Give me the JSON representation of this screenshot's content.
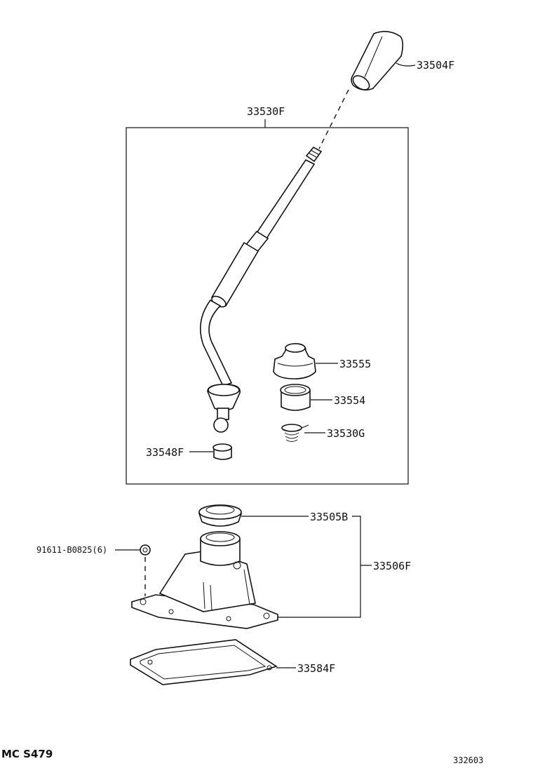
{
  "parts": {
    "knob": "33504F",
    "lever_assy": "33530F",
    "boot": "33555",
    "bushing": "33554",
    "spring": "33530G",
    "seat": "33548F",
    "retainer": "33505B",
    "housing": "33506F",
    "bolt": "91611-B0825(6)",
    "gasket": "33584F"
  },
  "footer": {
    "code": "MC S479",
    "ref": "332603"
  }
}
